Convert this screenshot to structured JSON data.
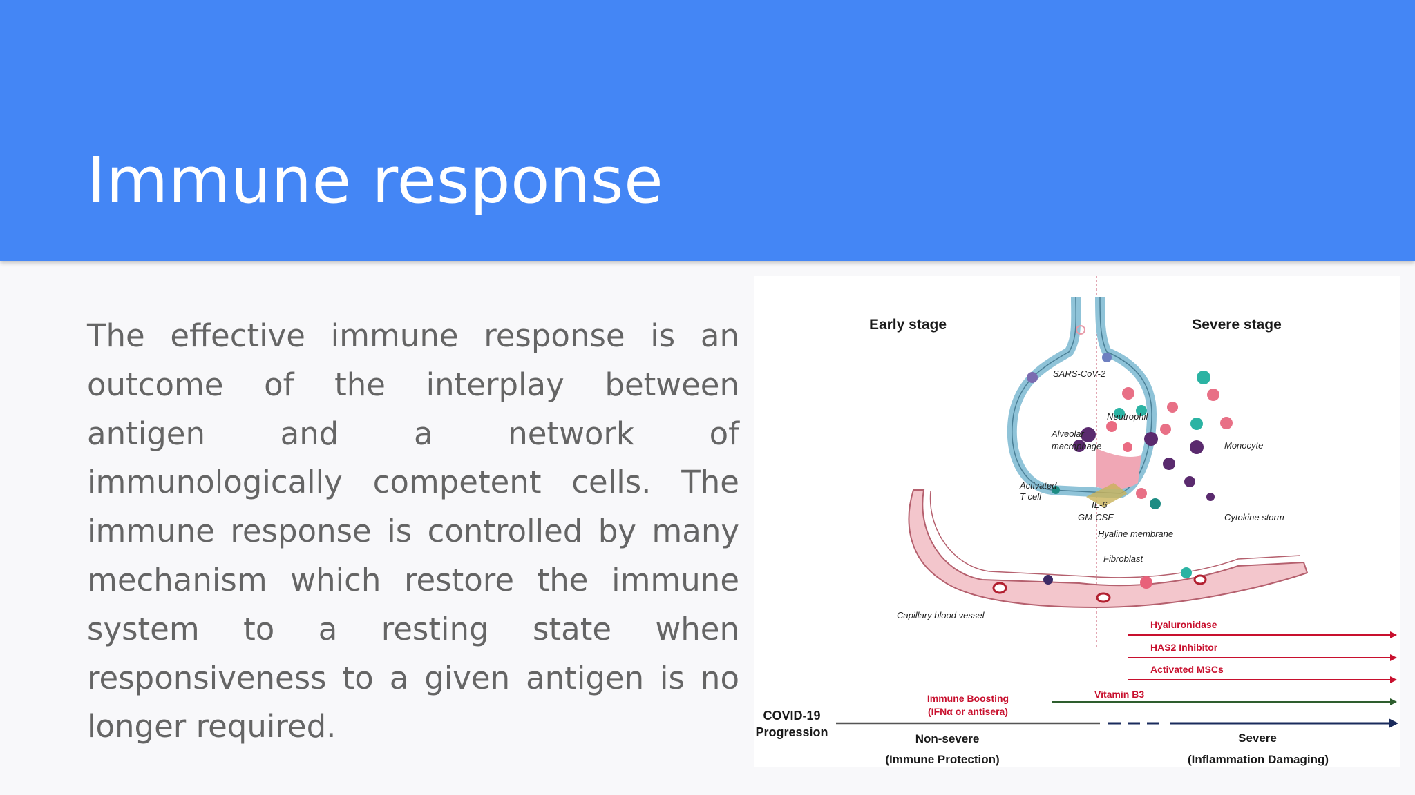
{
  "slide": {
    "title": "Immune response",
    "body": " The effective immune response is an outcome of the interplay between antigen and a network of immunologically competent cells.  The immune response is controlled by many mechanism which restore the immune system to a resting state when responsiveness to a given antigen is no longer required."
  },
  "figure": {
    "stage_early": "Early stage",
    "stage_severe": "Severe stage",
    "cell_labels": {
      "sars": "SARS-CoV-2",
      "neutrophil": "Neutrophil",
      "alveolar_1": "Alveolar",
      "alveolar_2": "macrophage",
      "monocyte": "Monocyte",
      "activated_1": "Activated",
      "activated_2": "T cell",
      "il6": "IL-6",
      "gmcsf": "GM-CSF",
      "cytokine": "Cytokine storm",
      "hyaline": "Hyaline membrane",
      "fibroblast": "Fibroblast",
      "capillary": "Capillary blood vessel"
    },
    "treatments": {
      "hyaluronidase": "Hyaluronidase",
      "has2": "HAS2 Inhibitor",
      "mscs": "Activated MSCs",
      "vitb3": "Vitamin B3",
      "boost_1": "Immune Boosting",
      "boost_2": "(IFNα or antisera)"
    },
    "progression": {
      "label_1": "COVID-19",
      "label_2": "Progression",
      "nonsevere": "Non-severe",
      "nonsevere_sub": "(Immune Protection)",
      "severe": "Severe",
      "severe_sub": "(Inflammation Damaging)"
    },
    "colors": {
      "red_arrow": "#c8102e",
      "green_arrow": "#2e5e2e",
      "navy_arrow": "#1a2b5c",
      "alveolus_wall": "#8fc3d8",
      "vessel_pink": "#e8a5ae",
      "hyaline_pink": "#f0a7b5",
      "teal_cell": "#2bb3a3",
      "purple_cell": "#5a2a6e",
      "pink_cell": "#e8617a"
    }
  }
}
